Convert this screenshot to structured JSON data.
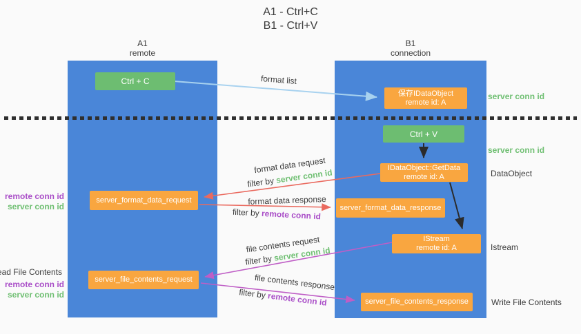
{
  "title": {
    "line1": "A1 - Ctrl+C",
    "line2": "B1 - Ctrl+V"
  },
  "lanes": {
    "a1": {
      "name": "A1",
      "role": "remote"
    },
    "b1": {
      "name": "B1",
      "role": "connection"
    }
  },
  "nodes": {
    "ctrl_c": {
      "label": "Ctrl + C"
    },
    "save_dataobject": {
      "line1": "保存IDataObject",
      "line2": "remote id: A"
    },
    "ctrl_v": {
      "label": "Ctrl + V"
    },
    "getdata": {
      "line1": "IDataObject::GetData",
      "line2": "remote id: A"
    },
    "format_request": {
      "label": "server_format_data_request"
    },
    "format_response": {
      "label": "server_format_data_response"
    },
    "istream": {
      "line1": "IStream",
      "line2": "remote id: A"
    },
    "file_request": {
      "label": "server_file_contents_request"
    },
    "file_response": {
      "label": "server_file_contents_response"
    }
  },
  "flows": {
    "format_list": {
      "label": "format list"
    },
    "format_data_request": {
      "label": "format data request",
      "filter_prefix": "filter by",
      "filter_key": "server conn id"
    },
    "format_data_response": {
      "label": "format data response",
      "filter_prefix": "filter by",
      "filter_key": "remote conn id"
    },
    "file_contents_request": {
      "label": "file contents request",
      "filter_prefix": "filter by",
      "filter_key": "server conn id"
    },
    "file_contents_response": {
      "label": "file contents response",
      "filter_prefix": "filter by",
      "filter_key": "remote conn id"
    }
  },
  "annotations": {
    "right_server_conn_top": "server conn id",
    "right_server_conn_mid": "server conn id",
    "dataobject": "DataObject",
    "istream": "Istream",
    "write_file_contents": "Write File Contents",
    "read_file_contents": "Read File Contents",
    "left_remote_conn_top": "remote conn id",
    "left_server_conn_top": "server conn id",
    "left_remote_conn_bottom": "remote conn id",
    "left_server_conn_bottom": "server conn id"
  },
  "colors": {
    "lane_blue": "#4a86d8",
    "box_green": "#6dbd71",
    "box_orange": "#f9a640",
    "arrow_red": "#ea6a5f",
    "arrow_magenta": "#bf5ec6",
    "arrow_lightblue": "#a8d2ef",
    "arrow_black": "#2b2b2b",
    "text_green": "#6fbf72",
    "text_purple": "#aa4fc8",
    "text_dark": "#3c3c3c",
    "background": "#fafafa",
    "divider": "#2f2f2f"
  }
}
